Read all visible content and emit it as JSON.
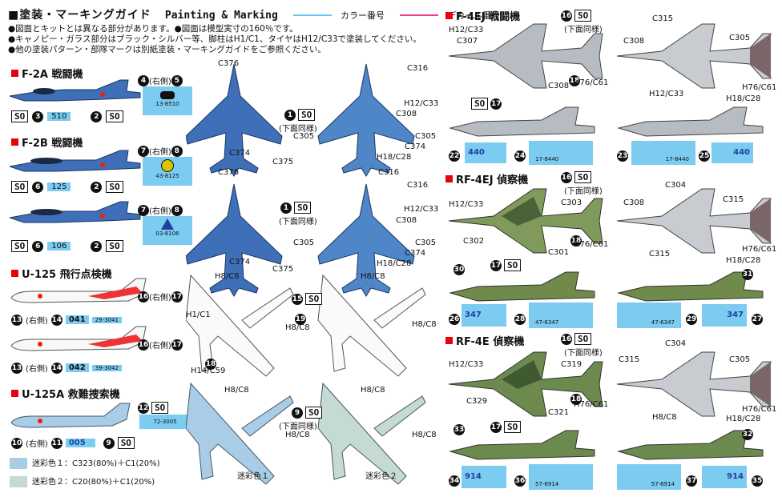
{
  "header": {
    "title": "■塗装・マーキングガイド",
    "title_en": "Painting & Marking",
    "legend_color": "カラー番号",
    "legend_decal": "デカール番号",
    "legend_color_hex": "#6cc6ee",
    "legend_decal_hex": "#e8428a",
    "notes": [
      "●図面とキットとは異なる部分があります。●図面は模型実寸の160％です。",
      "●キャノピー・ガラス部分はブラック・シルバー等、脚柱はH1/C1、タイヤはH12/C33で塗装してください。",
      "●他の塗装パターン・部隊マークは別紙塗装・マーキングガイドをご参照ください。"
    ]
  },
  "sections": {
    "f2a": "F-2A 戦闘機",
    "f2b": "F-2B 戦闘機",
    "u125": "U-125 飛行点検機",
    "u125a": "U-125A 救難捜索機",
    "f4ej": "F-4EJ 戦闘機",
    "rf4ej": "RF-4EJ 偵察機",
    "rf4e": "RF-4E 偵察機"
  },
  "common": {
    "so": "SO",
    "right_side": "(右側)",
    "bottom_same": "(下面同様)",
    "camo1": "迷彩色１",
    "camo2": "迷彩色２"
  },
  "left": {
    "f2a_decal_code": "510",
    "f2a_tail_code": "13-8510",
    "f2b1_code": "125",
    "f2b1_tail": "43-8125",
    "f2b2_code": "106",
    "f2b2_tail": "03-8106",
    "u125_1_code": "041",
    "u125_1_tail": "29-3041",
    "u125_2_code": "042",
    "u125_2_tail": "39-3042",
    "u125a_code": "005",
    "u125a_tail": "72-3005",
    "camo_text_1": "迷彩色１：C323(80%)＋C1(20%)",
    "camo_text_2": "迷彩色２：C20(80%)＋C1(20%)",
    "camo_hex_1": "#a9cde6",
    "camo_hex_2": "#c5dad3"
  },
  "mid": {
    "c376": "C376",
    "c374": "C374",
    "c375": "C375",
    "c305": "C305",
    "c316": "C316",
    "h12c33": "H12/C33",
    "c308": "C308",
    "h18c28": "H18/C28",
    "h8c8": "H8/C8",
    "h1c1": "H1/C1",
    "h14c59": "H14/C59"
  },
  "right": {
    "h12c33": "H12/C33",
    "c307": "C307",
    "c308": "C308",
    "h76c61": "H76/C61",
    "c315": "C315",
    "c305": "C305",
    "h18c28": "H18/C28",
    "c303": "C303",
    "c302": "C302",
    "c301": "C301",
    "c304": "C304",
    "c319": "C319",
    "c329": "C329",
    "c321": "C321",
    "h8c8": "H8/C8",
    "f4ej_code": "440",
    "f4ej_tail": "17-8440",
    "rf4ej_code": "347",
    "rf4ej_tail": "47-6347",
    "rf4e_code": "914",
    "rf4e_tail": "57-6914"
  },
  "callouts": {
    "n1": "1",
    "n2": "2",
    "n3": "3",
    "n4": "4",
    "n5": "5",
    "n6": "6",
    "n7": "7",
    "n8": "8",
    "n9": "9",
    "n10": "10",
    "n11": "11",
    "n12": "12",
    "n13": "13",
    "n14": "14",
    "n15": "15",
    "n16": "16",
    "n17": "17",
    "n18": "18",
    "n19": "19",
    "n22": "22",
    "n23": "23",
    "n24": "24",
    "n25": "25",
    "n26": "26",
    "n27": "27",
    "n28": "28",
    "n29": "29",
    "n30": "30",
    "n31": "31",
    "n32": "32",
    "n33": "33",
    "n34": "34",
    "n35": "35",
    "n36": "36",
    "n37": "37"
  }
}
